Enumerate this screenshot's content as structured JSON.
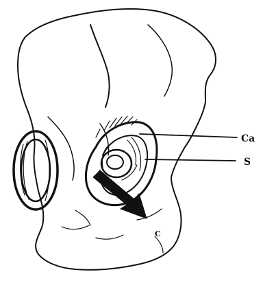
{
  "labels": {
    "ca": "Ca",
    "s": "S",
    "c": "C"
  },
  "colors": {
    "ink": "#111111",
    "paper": "#ffffff"
  }
}
